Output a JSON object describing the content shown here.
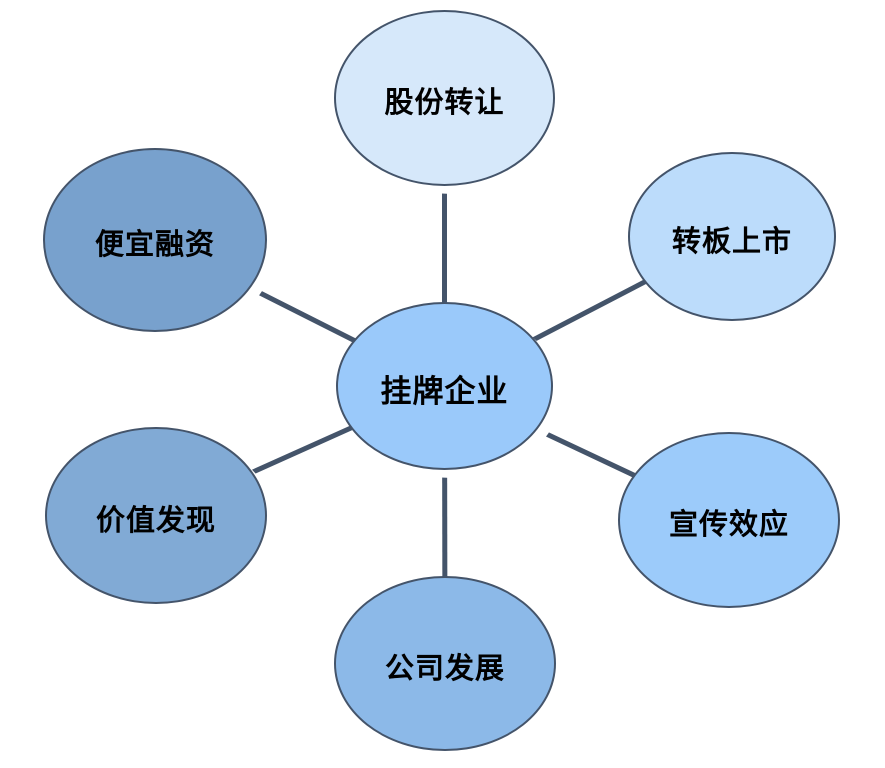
{
  "diagram": {
    "type": "hub-spoke",
    "background": "#ffffff",
    "connector_color": "#44546a",
    "stroke_color": "#44546a",
    "text_color": "#000000",
    "shadow_color": "#ffffff",
    "center": {
      "id": "center",
      "label": "挂牌企业",
      "fill": "#9ac9fa"
    },
    "nodes": [
      {
        "id": "share-transfer",
        "label": "股份转让",
        "fill": "#d6e8fa"
      },
      {
        "id": "board-listing",
        "label": "转板上市",
        "fill": "#bcdcfb"
      },
      {
        "id": "publicity-effect",
        "label": "宣传效应",
        "fill": "#9ccbfa"
      },
      {
        "id": "company-development",
        "label": "公司发展",
        "fill": "#8cb9e8"
      },
      {
        "id": "value-discovery",
        "label": "价值发现",
        "fill": "#81aad5"
      },
      {
        "id": "cheap-financing",
        "label": "便宜融资",
        "fill": "#78a1cd"
      }
    ]
  }
}
